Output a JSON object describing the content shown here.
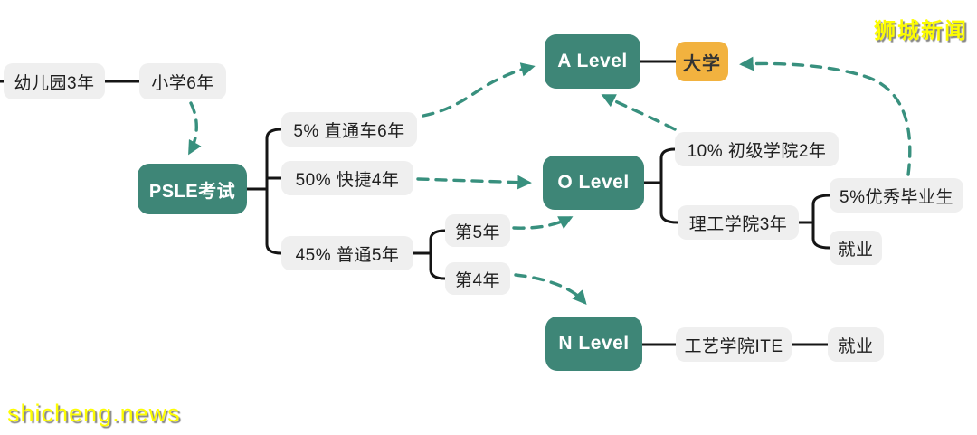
{
  "watermarks": {
    "brand": "狮城新闻",
    "site": "shicheng.news"
  },
  "colors": {
    "teal_box": "#3e8677",
    "dashed_arrow": "#38907e",
    "gray_box": "#efefef",
    "yellow_box": "#f2b23f",
    "solid_line": "#151515",
    "watermark_yellow": "#fdfd00",
    "background": "#ffffff"
  },
  "nodes": {
    "kindergarten": "幼儿园3年",
    "primary": "小学6年",
    "psle": "PSLE考试",
    "through_train": "5% 直通车6年",
    "express": "50% 快捷4年",
    "normal": "45% 普通5年",
    "year5": "第5年",
    "year4": "第4年",
    "a_level": "A Level",
    "university": "大学",
    "o_level": "O Level",
    "junior_college": "10% 初级学院2年",
    "polytechnic": "理工学院3年",
    "top_graduates": "5%优秀毕业生",
    "employment_poly": "就业",
    "n_level": "N Level",
    "ite": "工艺学院ITE",
    "employment_ite": "就业"
  },
  "edges": [
    {
      "from": "kindergarten",
      "to": "primary",
      "style": "solid"
    },
    {
      "from": "primary",
      "to": "psle",
      "style": "dashed-arrow"
    },
    {
      "from": "psle",
      "to": "through_train",
      "style": "solid"
    },
    {
      "from": "psle",
      "to": "express",
      "style": "solid"
    },
    {
      "from": "psle",
      "to": "normal",
      "style": "solid"
    },
    {
      "from": "normal",
      "to": "year5",
      "style": "solid"
    },
    {
      "from": "normal",
      "to": "year4",
      "style": "solid"
    },
    {
      "from": "through_train",
      "to": "a_level",
      "style": "dashed-arrow"
    },
    {
      "from": "express",
      "to": "o_level",
      "style": "dashed-arrow"
    },
    {
      "from": "year5",
      "to": "o_level",
      "style": "dashed-arrow"
    },
    {
      "from": "year4",
      "to": "n_level",
      "style": "dashed-arrow"
    },
    {
      "from": "a_level",
      "to": "university",
      "style": "solid"
    },
    {
      "from": "o_level",
      "to": "junior_college",
      "style": "solid"
    },
    {
      "from": "o_level",
      "to": "polytechnic",
      "style": "solid"
    },
    {
      "from": "junior_college",
      "to": "a_level",
      "style": "dashed-arrow"
    },
    {
      "from": "polytechnic",
      "to": "top_graduates",
      "style": "solid"
    },
    {
      "from": "polytechnic",
      "to": "employment_poly",
      "style": "solid"
    },
    {
      "from": "top_graduates",
      "to": "university",
      "style": "dashed-arrow"
    },
    {
      "from": "n_level",
      "to": "ite",
      "style": "solid"
    },
    {
      "from": "ite",
      "to": "employment_ite",
      "style": "solid"
    }
  ]
}
